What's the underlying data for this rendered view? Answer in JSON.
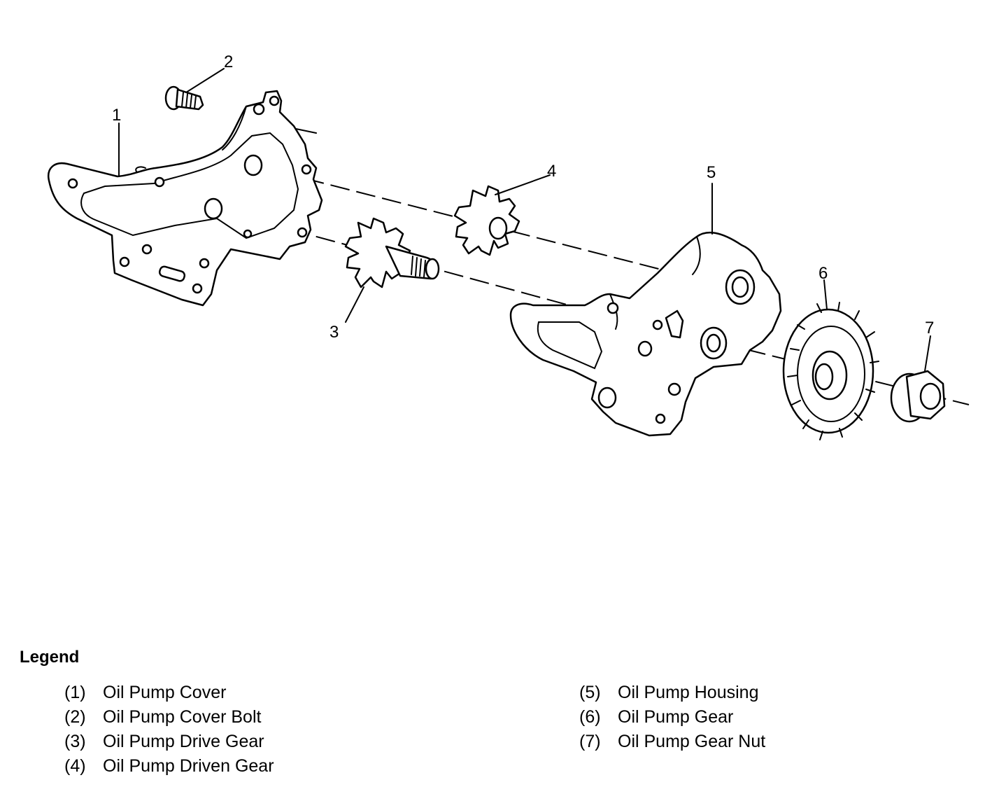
{
  "diagram": {
    "callouts": [
      "1",
      "2",
      "3",
      "4",
      "5",
      "6",
      "7"
    ]
  },
  "legend": {
    "title": "Legend",
    "items": [
      {
        "num": "(1)",
        "label": "Oil Pump Cover"
      },
      {
        "num": "(2)",
        "label": "Oil Pump Cover Bolt"
      },
      {
        "num": "(3)",
        "label": "Oil Pump Drive Gear"
      },
      {
        "num": "(4)",
        "label": "Oil Pump Driven Gear"
      },
      {
        "num": "(5)",
        "label": "Oil Pump Housing"
      },
      {
        "num": "(6)",
        "label": "Oil Pump Gear"
      },
      {
        "num": "(7)",
        "label": "Oil Pump Gear Nut"
      }
    ]
  }
}
